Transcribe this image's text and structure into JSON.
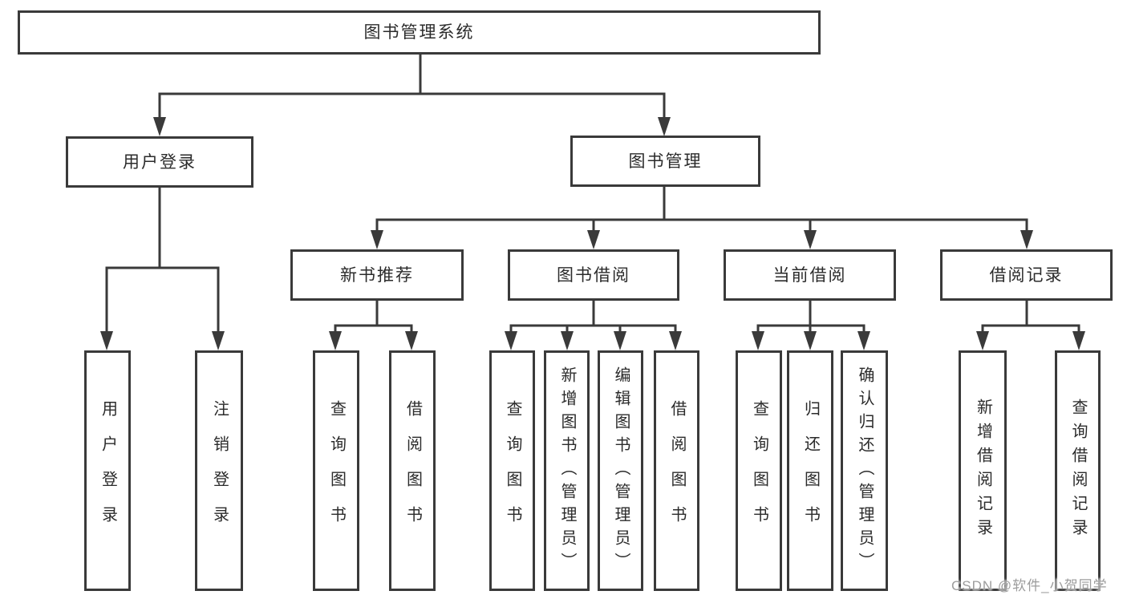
{
  "colors": {
    "line": "#3a3a3a",
    "text": "#2b2b2b",
    "background": "#ffffff",
    "watermark": "#9c9c9c"
  },
  "watermark": "CSDN @软件_小贺同学",
  "tree": {
    "root": "图书管理系统",
    "user_login": "用户登录",
    "book_management": "图书管理",
    "new_book_recommend": "新书推荐",
    "book_borrow": "图书借阅",
    "current_borrow": "当前借阅",
    "borrow_record": "借阅记录",
    "leaf_user_login": "用户登录",
    "leaf_logout": "注销登录",
    "leaf_nbr_query_book": "查询图书",
    "leaf_nbr_borrow_book": "借阅图书",
    "leaf_bb_query_book": "查询图书",
    "leaf_bb_add_book": "新增图书（管理员）",
    "leaf_bb_edit_book": "编辑图书（管理员）",
    "leaf_bb_borrow_book": "借阅图书",
    "leaf_cb_query_book": "查询图书",
    "leaf_cb_return_book": "归还图书",
    "leaf_cb_confirm_return": "确认归还（管理员）",
    "leaf_br_add_record": "新增借阅记录",
    "leaf_br_query_record": "查询借阅记录"
  }
}
